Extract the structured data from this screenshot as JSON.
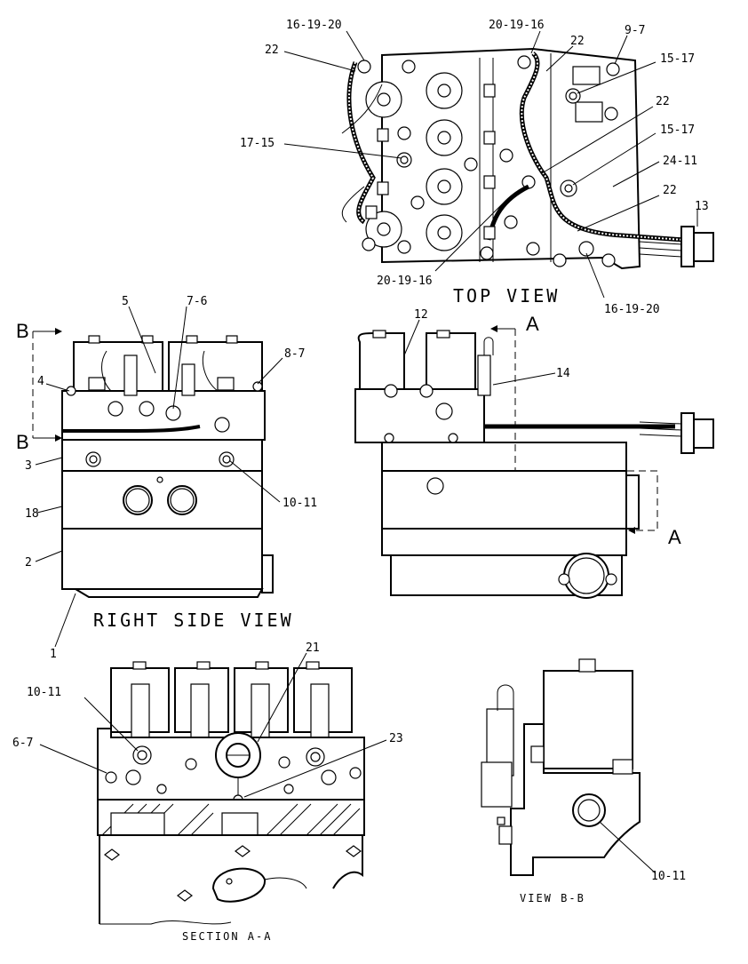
{
  "views": {
    "top": "TOP VIEW",
    "right": "RIGHT SIDE VIEW",
    "section": "SECTION A-A",
    "viewbb": "VIEW B-B"
  },
  "section_markers": {
    "b_top": "B",
    "b_bottom": "B",
    "a_top": "A",
    "a_bottom": "A"
  },
  "callouts": {
    "top_16_19_20_a": "16-19-20",
    "top_22_a": "22",
    "top_20_19_16_a": "20-19-16",
    "top_22_b": "22",
    "top_9_7": "9-7",
    "top_15_17_a": "15-17",
    "top_17_15": "17-15",
    "top_22_c": "22",
    "top_15_17_b": "15-17",
    "top_24_11": "24-11",
    "top_22_d": "22",
    "top_13": "13",
    "top_20_19_16_b": "20-19-16",
    "top_16_19_20_b": "16-19-20",
    "rs_5": "5",
    "rs_7_6": "7-6",
    "rs_8_7": "8-7",
    "rs_4": "4",
    "rs_3": "3",
    "rs_18": "18",
    "rs_10_11": "10-11",
    "rs_2": "2",
    "rs_1": "1",
    "fv_12": "12",
    "fv_14": "14",
    "sa_21": "21",
    "sa_10_11": "10-11",
    "sa_23": "23",
    "sa_6_7": "6-7",
    "bb_10_11": "10-11"
  }
}
